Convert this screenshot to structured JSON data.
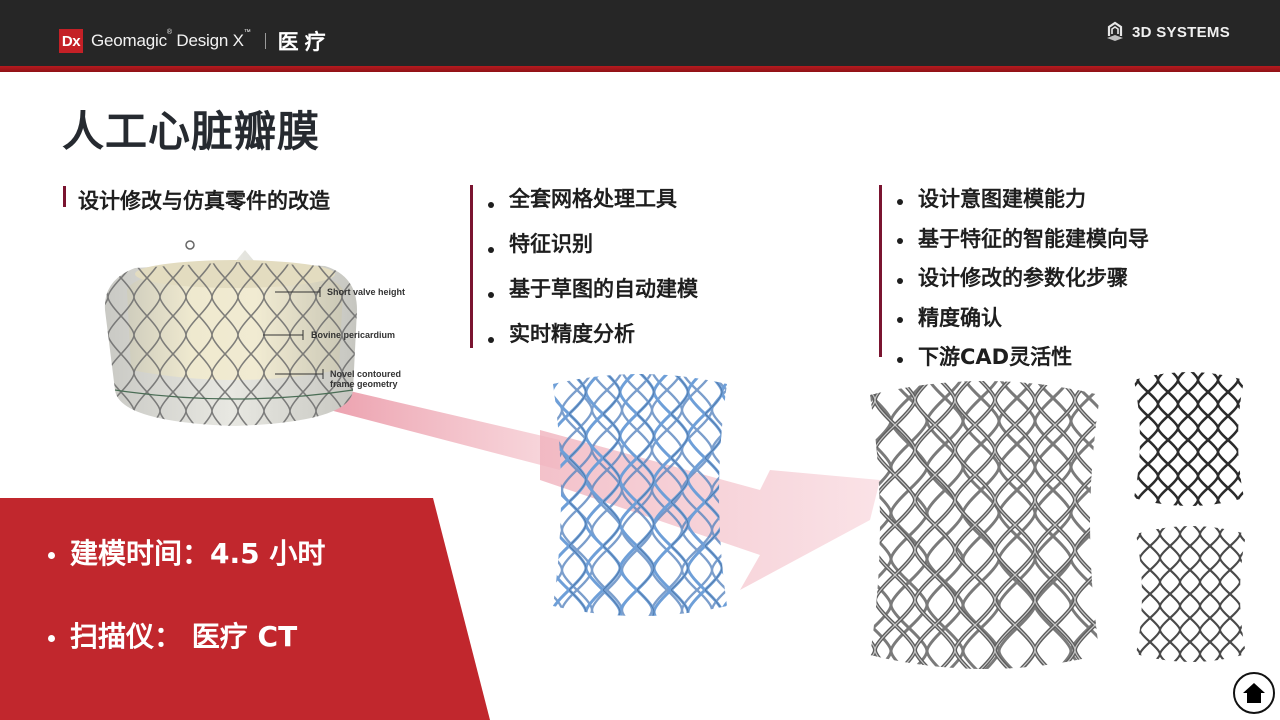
{
  "header": {
    "logo_mark": "Dx",
    "product_name": "Geomagic",
    "product_reg": "®",
    "product_suffix": " Design X",
    "product_tm": "™",
    "section": "医疗",
    "company": "3D SYSTEMS",
    "company_icon": "3d-systems-cube-icon"
  },
  "colors": {
    "header_bg": "#262626",
    "accent_red": "#c1272d",
    "stripe_red": "#b61a1f",
    "column_bar": "#7a1430",
    "arrow_pink": "#e8909c",
    "stent_blue": "#6f9fd8",
    "stent_gray": "#6b6b6b"
  },
  "page": {
    "title": "人工心脏瓣膜"
  },
  "left_column": {
    "subtitle": "设计修改与仿真零件的改造",
    "valve_image": {
      "callouts": [
        "Short valve height",
        "Bovine pericardium",
        "Novel contoured frame geometry"
      ]
    }
  },
  "middle_column": {
    "bullets": [
      "全套网格处理工具",
      "特征识别",
      "基于草图的自动建模",
      "实时精度分析"
    ]
  },
  "right_column": {
    "bullets": [
      "设计意图建模能力",
      "基于特征的智能建模向导",
      "设计修改的参数化步骤",
      "精度确认",
      "下游CAD灵活性"
    ]
  },
  "stats": [
    {
      "label": "建模时间：",
      "value": "4.5 小时"
    },
    {
      "label": "扫描仪：",
      "value": "医疗 CT"
    }
  ],
  "navigation": {
    "home_icon": "home-icon"
  }
}
